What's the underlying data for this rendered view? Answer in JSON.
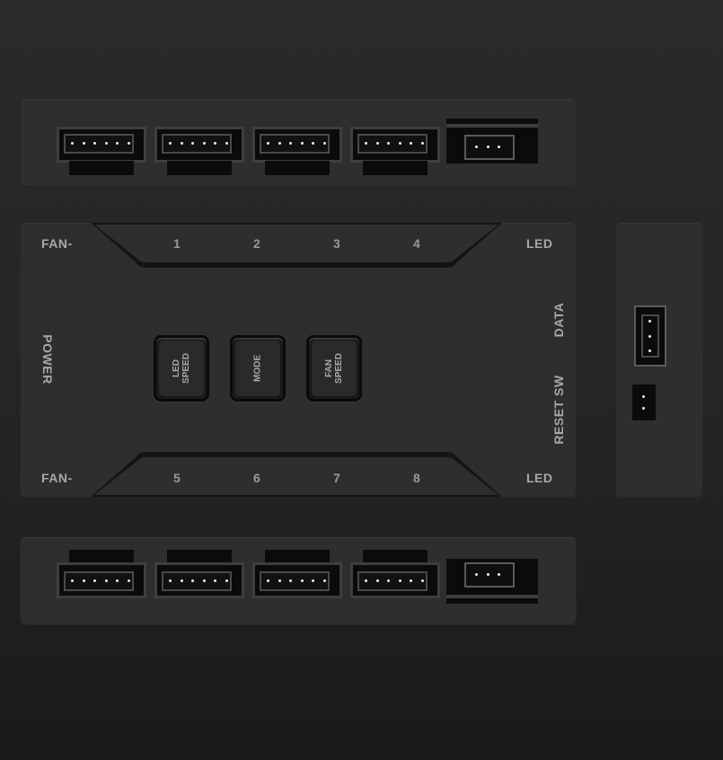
{
  "labels": {
    "fan_top": "FAN-",
    "fan_bottom": "FAN-",
    "led_top": "LED",
    "led_bottom": "LED",
    "power": "POWER",
    "data": "DATA",
    "reset_sw": "RESET SW"
  },
  "ports_top": [
    "1",
    "2",
    "3",
    "4"
  ],
  "ports_bottom": [
    "5",
    "6",
    "7",
    "8"
  ],
  "buttons": {
    "led_speed": "LED\nSPEED",
    "mode": "MODE",
    "fan_speed": "FAN\nSPEED"
  },
  "colors": {
    "panel": "#2e2e2e",
    "pin": "#f5f0c6",
    "label": "#a8a8a8"
  }
}
